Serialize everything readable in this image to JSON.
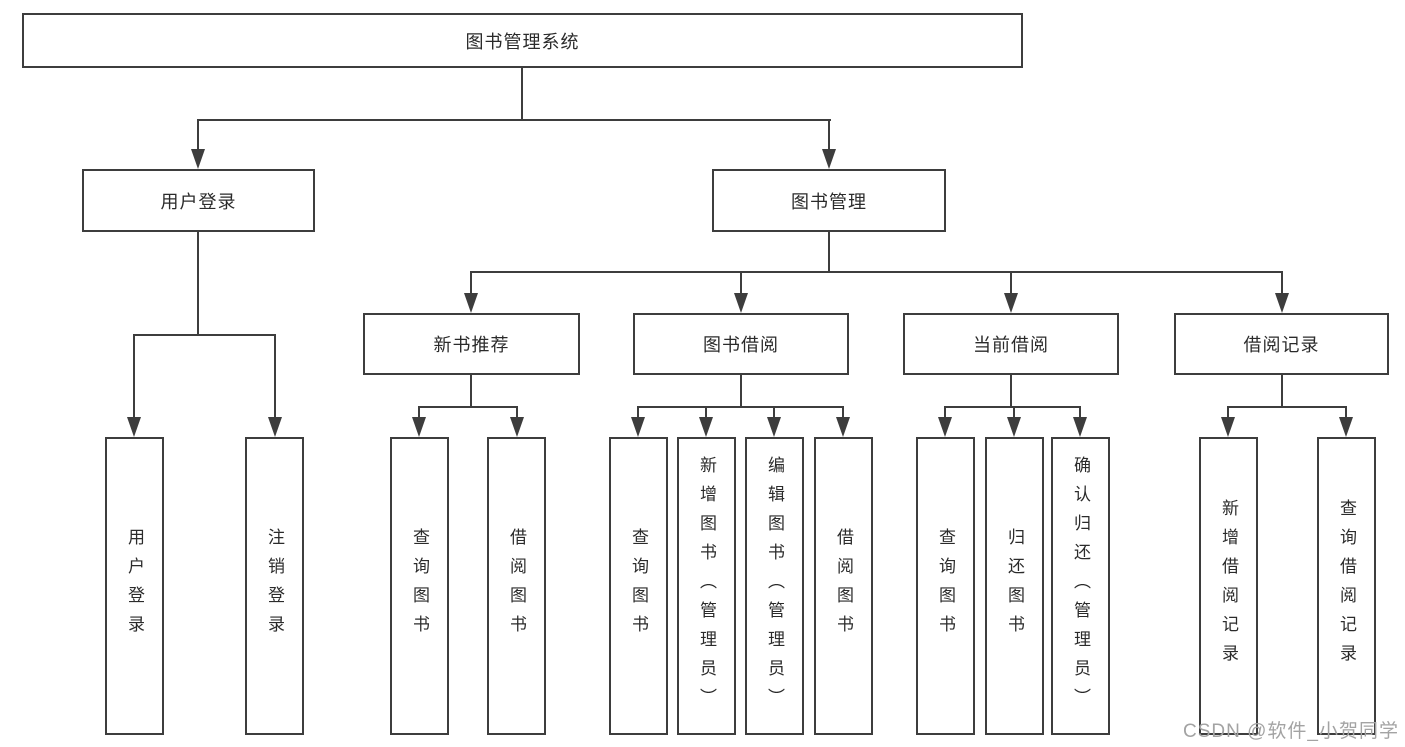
{
  "colors": {
    "line": "#3d3d3d",
    "text": "#2b2b2b",
    "box_background": "#ffffff",
    "page_background": "#ffffff",
    "watermark": "#a3a3a3"
  },
  "watermark": {
    "text": "CSDN @软件_小贺同学"
  },
  "tree": {
    "label": "图书管理系统",
    "children": [
      {
        "label": "用户登录",
        "children": [
          {
            "label": "用户登录"
          },
          {
            "label": "注销登录"
          }
        ]
      },
      {
        "label": "图书管理",
        "children": [
          {
            "label": "新书推荐",
            "children": [
              {
                "label": "查询图书"
              },
              {
                "label": "借阅图书"
              }
            ]
          },
          {
            "label": "图书借阅",
            "children": [
              {
                "label": "查询图书"
              },
              {
                "label": "新增图书（管理员）"
              },
              {
                "label": "编辑图书（管理员）"
              },
              {
                "label": "借阅图书"
              }
            ]
          },
          {
            "label": "当前借阅",
            "children": [
              {
                "label": "查询图书"
              },
              {
                "label": "归还图书"
              },
              {
                "label": "确认归还（管理员）"
              }
            ]
          },
          {
            "label": "借阅记录",
            "children": [
              {
                "label": "新增借阅记录"
              },
              {
                "label": "查询借阅记录"
              }
            ]
          }
        ]
      }
    ]
  }
}
